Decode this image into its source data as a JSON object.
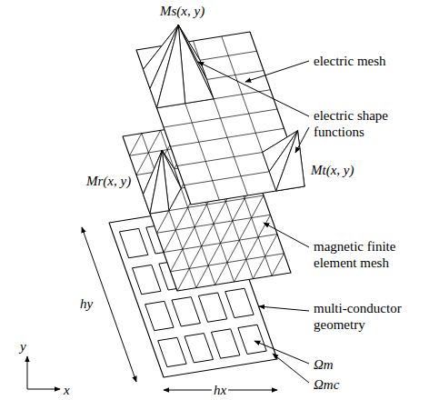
{
  "diagram": {
    "labels": [
      "Ms(x, y)",
      "electric mesh",
      "electric shape functions",
      "Mr(x, y)",
      "Mt(x, y)",
      "magnetic finite element mesh",
      "multi-conductor geometry",
      "Ωm",
      "Ωmc",
      "hy",
      "hx",
      "y",
      "x"
    ]
  }
}
